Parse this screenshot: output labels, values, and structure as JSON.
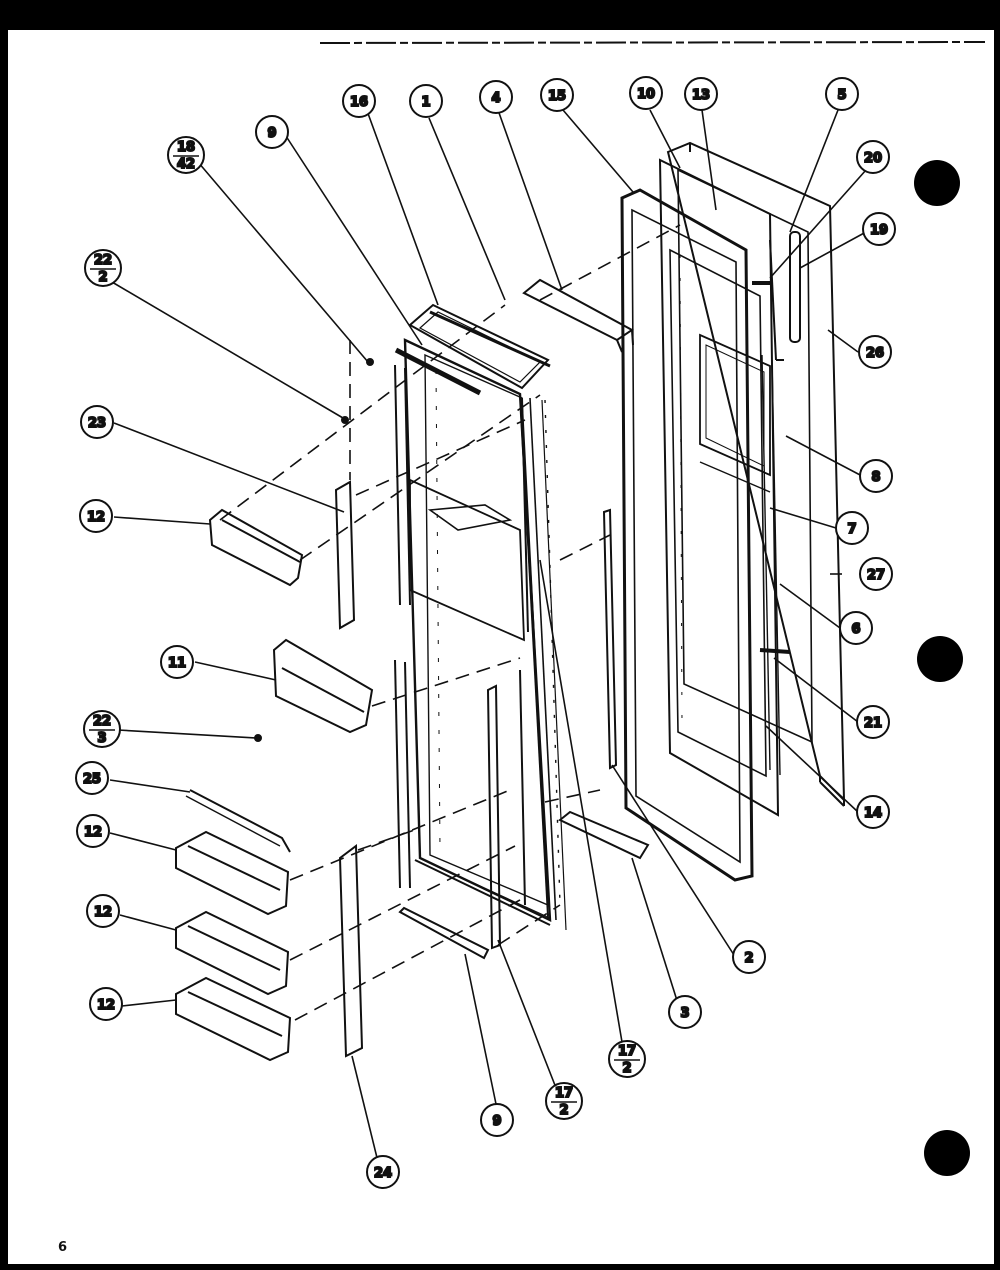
{
  "page_number": "6",
  "parts": {
    "p1": "1",
    "p2": "2",
    "p3": "3",
    "p4": "4",
    "p5": "5",
    "p6": "6",
    "p7": "7",
    "p8": "8",
    "p9": "9",
    "p10": "10",
    "p11": "11",
    "p12": "12",
    "p13": "13",
    "p14": "14",
    "p15": "15",
    "p16": "16",
    "p19": "19",
    "p20": "20",
    "p21": "21",
    "p23": "23",
    "p24": "24",
    "p25": "25",
    "p26": "26",
    "p27": "27",
    "f18_42": {
      "num": "18",
      "den": "42"
    },
    "f22_2": {
      "num": "22",
      "den": "2"
    },
    "f22_3": {
      "num": "22",
      "den": "3"
    },
    "f17_2": {
      "num": "17",
      "den": "2"
    }
  },
  "colors": {
    "ink": "#111111",
    "paper": "#ffffff",
    "border": "#000000"
  }
}
